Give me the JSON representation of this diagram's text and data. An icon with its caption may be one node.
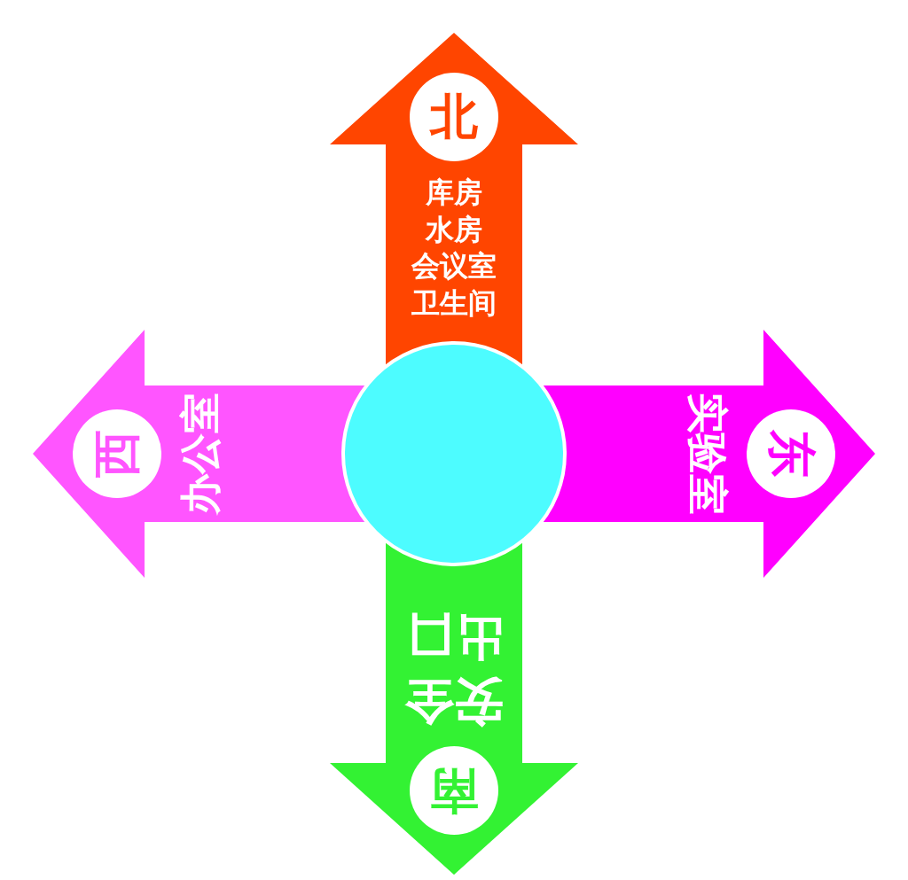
{
  "diagram": {
    "nodes": [
      {
        "text": [
          "库房",
          "水房",
          "会议室",
          "卫生间"
        ]
      },
      {
        "text": [
          "北"
        ],
        "in": 0
      },
      {
        "text": [
          "办公室"
        ]
      },
      {
        "text": [
          "西"
        ],
        "in": 2
      },
      {
        "text": [],
        "shape": "circle"
      },
      {
        "text": [
          "实验室"
        ]
      },
      {
        "text": [
          "东"
        ],
        "in": 5
      },
      {
        "text": [
          "安全",
          "出口"
        ]
      },
      {
        "text": [
          "南"
        ],
        "in": 7
      }
    ]
  }
}
